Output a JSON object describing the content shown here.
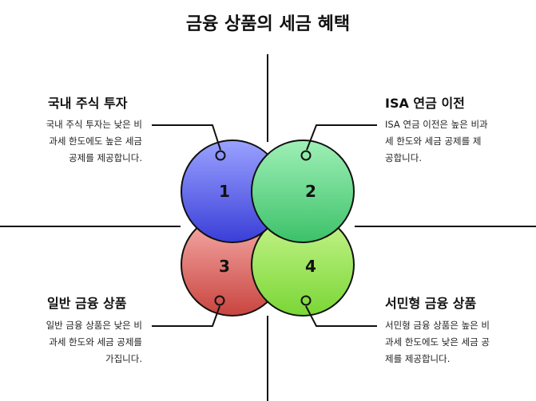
{
  "title": "금융 상품의 세금 혜택",
  "colors": {
    "blue": "#4a52d9",
    "green": "#4ccf7a",
    "red": "#d9534f",
    "lime": "#8ee64a"
  },
  "quadrants": [
    {
      "number": "1",
      "heading": "국내 주식 투자",
      "description": "국내 주식 투자는 낮은 비과세 한도에도 높은 세금 공제를 제공합니다.",
      "desc_lines": [
        "국내 주식 투자는 낮은 비",
        "과세 한도에도 높은 세금",
        "공제를 제공합니다."
      ]
    },
    {
      "number": "2",
      "heading": "ISA 연금 이전",
      "description": "ISA 연금 이전은 높은 비과세 한도와 세금 공제를 제공합니다.",
      "desc_lines": [
        "ISA 연금 이전은 높은 비과",
        "세 한도와 세금 공제를 제",
        "공합니다."
      ]
    },
    {
      "number": "3",
      "heading": "일반 금융 상품",
      "description": "일반 금융 상품은 낮은 비과세 한도와 세금 공제를 가집니다.",
      "desc_lines": [
        "일반 금융 상품은 낮은 비",
        "과세 한도와 세금 공제를",
        "가집니다."
      ]
    },
    {
      "number": "4",
      "heading": "서민형 금융 상품",
      "description": "서민형 금융 상품은 높은 비과세 한도에도 낮은 세금 공제를 제공합니다.",
      "desc_lines": [
        "서민형 금융 상품은 높은 비",
        "과세 한도에도 낮은 세금 공",
        "제를 제공합니다."
      ]
    }
  ]
}
